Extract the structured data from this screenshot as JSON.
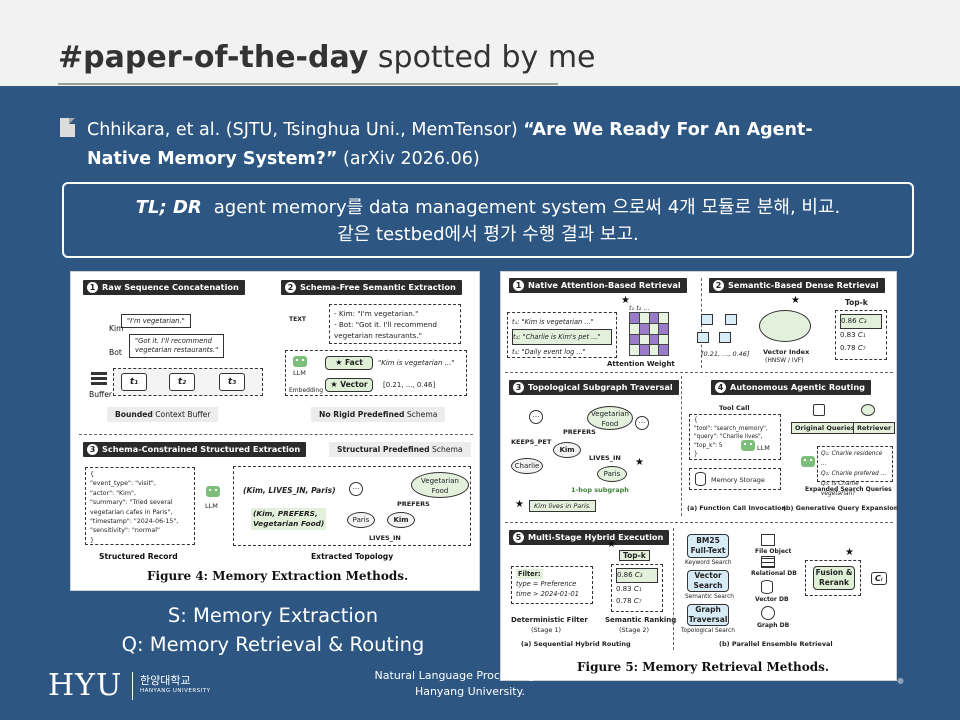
{
  "header": {
    "title_bold": "#paper-of-the-day",
    "title_rest": " spotted by me"
  },
  "citation": {
    "icon": "document-icon",
    "authors": "Chhikara, et al. (SJTU, Tsinghua Uni., MemTensor) ",
    "quote_open": "“",
    "title_line1": "Are We Ready For An Agent-",
    "title_line2": "Native Memory System?",
    "quote_close": "”",
    "venue": " (arXiv 2026.06)"
  },
  "tldr": {
    "label": "TL; DR",
    "line1": "agent memory를 data management system 으로써 4개 모듈로 분해, 비교.",
    "line2": "같은 testbed에서 평가 수행 결과 보고."
  },
  "figure4": {
    "caption": "Figure 4: Memory Extraction Methods.",
    "panel1": {
      "num": "1",
      "title": "Raw Sequence Concatenation",
      "kim": "Kim",
      "bot": "Bot",
      "buffer": "Buffer",
      "kim_msg": "\"I'm vegetarian.\"",
      "bot_msg1": "\"Got it. I'll recommend",
      "bot_msg2": "vegetarian restaurants.\"",
      "t1": "t₁",
      "t2": "t₂",
      "t3": "t₃",
      "footer_bold": "Bounded",
      "footer_rest": " Context Buffer"
    },
    "panel2": {
      "num": "2",
      "title": "Schema-Free Semantic Extraction",
      "text_icon": "TEXT",
      "dlg1": "- Kim: \"I'm vegetarian.\"",
      "dlg2": "- Bot: \"Got it. I'll recommend",
      "dlg3": "vegetarian restaurants.\"",
      "llm": "LLM",
      "embedding": "Embedding",
      "fact": "Fact",
      "fact_text": "\"Kim is vegetarian ...\"",
      "vector": "Vector",
      "vector_text": "[0.21, ..., 0.46]",
      "footer_bold": "No Rigid Predefined",
      "footer_rest": " Schema"
    },
    "panel3": {
      "num": "3",
      "title": "Schema-Constrained Structured Extraction",
      "schema_bold": "Structural Predefined",
      "schema_rest": " Schema",
      "record": [
        "{",
        "\"event_type\": \"visit\",",
        "\"actor\": \"Kim\",",
        "\"summary\": \"Tried several",
        "vegetarian cafes in Paris\",",
        "\"timestamp\": \"2024-06-15\",",
        "\"sensitivity\": \"normal\"",
        "}"
      ],
      "llm": "LLM",
      "triple1": "(Kim, LIVES_IN, Paris)",
      "triple2a": "(Kim, PREFERS,",
      "triple2b": "Vegetarian Food)",
      "node_food": "Vegetarian Food",
      "node_kim": "Kim",
      "node_paris": "Paris",
      "edge_prefers": "PREFERS",
      "edge_lives": "LIVES_IN",
      "label_record": "Structured Record",
      "label_topo": "Extracted Topology"
    }
  },
  "figure5": {
    "caption": "Figure 5: Memory Retrieval Methods.",
    "p1": {
      "num": "1",
      "title": "Native Attention-Based Retrieval",
      "l1": "t₁: \"Kim is vegetarian ...\"",
      "l2": "t₂: \"Charlie is Kim's pet ...\"",
      "l3": "t₃: \"Daily event log ...\"",
      "cols": "t₁ t₂ ...",
      "footer": "Attention Weight"
    },
    "p2": {
      "num": "2",
      "title": "Semantic-Based Dense Retrieval",
      "vec": "[0.21, ..., 0.46]",
      "index": "Vector Index",
      "index_sub": "(HNSW / IVF)",
      "topk": "Top-k",
      "scores": [
        "0.86",
        "0.83",
        "0.78"
      ],
      "chunks": [
        "C₃",
        "C₁",
        "C₇"
      ]
    },
    "p3": {
      "num": "3",
      "title": "Topological Subgraph Traversal",
      "keeps": "KEEPS_PET",
      "prefers": "PREFERS",
      "lives": "LIVES_IN",
      "food": "Vegetarian Food",
      "kim": "Kim",
      "charlie": "Charlie",
      "paris": "Paris",
      "hop": "1-hop subgraph",
      "fact": "Kim lives in Paris."
    },
    "p4": {
      "num": "4",
      "title": "Autonomous Agentic Routing",
      "tool_call": "Tool Call",
      "tool_lines": [
        "{",
        "\"tool\": \"search_memory\",",
        "\"query\": \"Charlie lives\",",
        "\"top_k\": 5",
        "}"
      ],
      "llm": "LLM",
      "storage": "Memory Storage",
      "orig": "Original Queries",
      "retriever": "Retriever",
      "queries": [
        "Q₁: Charlie residence ...",
        "Q₂: Charlie prefered ...",
        "Q₃: Is Charlie vegetarian?"
      ],
      "expanded": "Expanded Search Queries",
      "cap_a": "(a) Function Call Invocation",
      "cap_b": "(b) Generative Query Expansion"
    },
    "p5": {
      "num": "5",
      "title": "Multi-Stage Hybrid Execution",
      "filter": "Filter:",
      "filter_l1": "type = Preference",
      "filter_l2": "time > 2024-01-01",
      "topk": "Top-k",
      "scores": [
        "0.86",
        "0.83",
        "0.78"
      ],
      "chunks": [
        "C₃",
        "C₁",
        "C₇"
      ],
      "det": "Deterministic Filter",
      "det_sub": "(Stage 1)",
      "sem": "Semantic Ranking",
      "sem_sub": "(Stage 2)",
      "bm25": "BM25 Full-Text",
      "bm25_sub": "Keyword Search",
      "vs": "Vector Search",
      "vs_sub": "Semantic Search",
      "gt": "Graph Traversal",
      "gt_sub": "Topological Search",
      "fileobj": "File Object",
      "rdb": "Relational DB",
      "vdb": "Vector DB",
      "gdb": "Graph DB",
      "fusion": "Fusion & Rerank",
      "out": "Cᵢ",
      "cap_a": "(a) Sequential Hybrid Routing",
      "cap_b": "(b) Parallel Ensemble Retrieval"
    }
  },
  "subtitles": {
    "s": "S: Memory Extraction",
    "q": "Q: Memory Retrieval & Routing"
  },
  "footer": {
    "logo": "HYU",
    "logo_kor": "한양대학교",
    "logo_eng": "HANYANG UNIVERSITY",
    "lab1": "Natural Language Processing Lab.,",
    "lab2": "Hanyang University."
  }
}
